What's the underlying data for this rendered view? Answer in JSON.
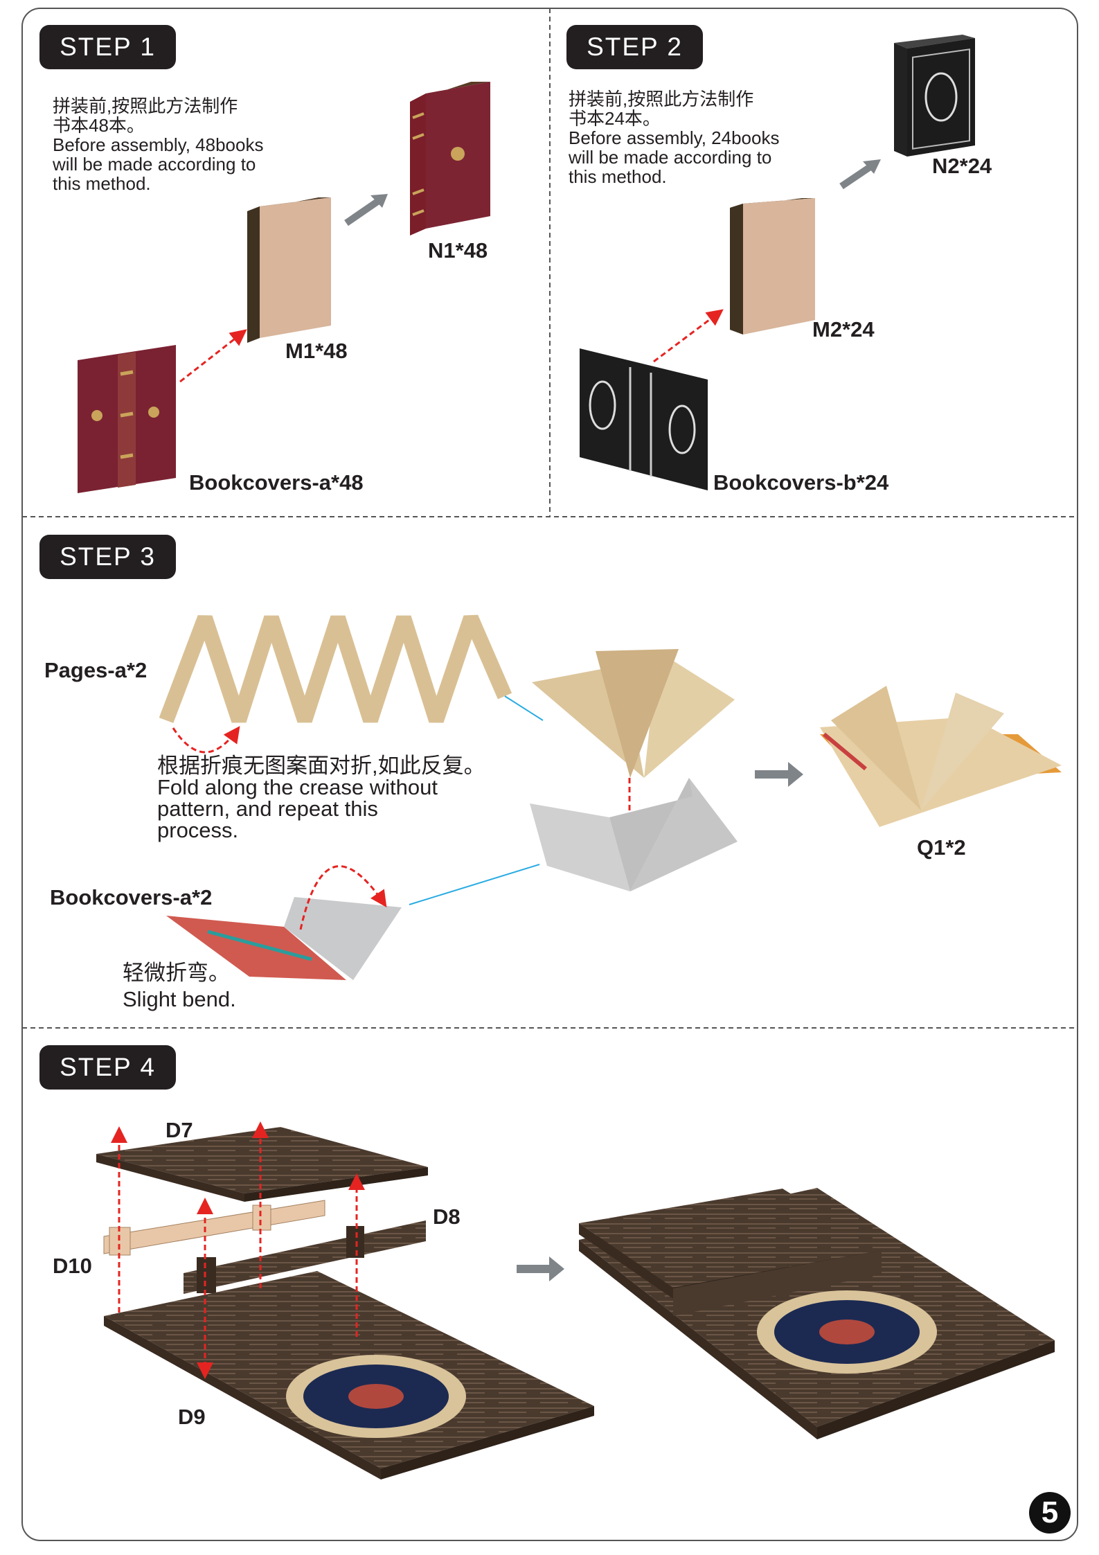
{
  "steps": [
    {
      "badge": "STEP 1",
      "instruction_cn": [
        "拼装前,按照此方法制作",
        "书本48本。"
      ],
      "instruction_en": [
        "Before assembly, 48books",
        "will be made according to",
        "this method."
      ],
      "labels": {
        "finished": "N1*48",
        "blank": "M1*48",
        "cover": "Bookcovers-a*48"
      }
    },
    {
      "badge": "STEP 2",
      "instruction_cn": [
        "拼装前,按照此方法制作",
        "书本24本。"
      ],
      "instruction_en": [
        "Before assembly, 24books",
        "will be made according to",
        "this method."
      ],
      "labels": {
        "finished": "N2*24",
        "blank": "M2*24",
        "cover": "Bookcovers-b*24"
      }
    },
    {
      "badge": "STEP 3",
      "labels": {
        "pages": "Pages-a*2",
        "cover": "Bookcovers-a*2",
        "result": "Q1*2"
      },
      "fold_cn": "根据折痕无图案面对折,如此反复。",
      "fold_en": [
        "Fold along the crease without",
        "pattern, and repeat this",
        "process."
      ],
      "bend_cn": "轻微折弯。",
      "bend_en": "Slight bend."
    },
    {
      "badge": "STEP 4",
      "labels": {
        "d7": "D7",
        "d8": "D8",
        "d9": "D9",
        "d10": "D10"
      }
    }
  ],
  "page_number": "5",
  "colors": {
    "badge": "#231f20",
    "guide_arrow": "#e52421",
    "flow_arrow": "#7f8489",
    "link_line": "#29abe2"
  }
}
